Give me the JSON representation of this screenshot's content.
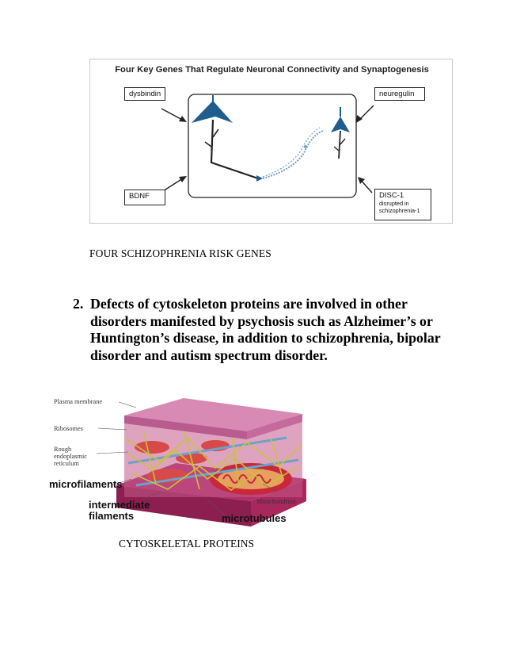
{
  "figure1": {
    "title": "Four Key Genes That Regulate Neuronal Connectivity and Synaptogenesis",
    "genes": {
      "dysbindin": "dysbindin",
      "neuregulin": "neuregulin",
      "bdnf": "BDNF",
      "disc1": "DISC-1",
      "disc1_note_line1": "disrupted in",
      "disc1_note_line2": "schizophrenia-1"
    },
    "colors": {
      "neuron": "#1f5d8f",
      "frame": "#222222"
    }
  },
  "caption1": "FOUR SCHIZOPHRENIA RISK GENES",
  "paragraph": {
    "number": "2.",
    "text": "Defects of cytoskeleton proteins are involved in other disorders manifested by psychosis such as Alzheimer’s or Huntington’s disease, in addition to schizophrenia, bipolar disorder and autism spectrum disorder."
  },
  "figure2": {
    "labels": {
      "plasma_membrane": "Plasma membrane",
      "ribosomes": "Ribosomes",
      "rough_er_line1": "Rough",
      "rough_er_line2": "endoplasmic",
      "rough_er_line3": "reticulum",
      "microfilaments": "microfilaments",
      "intermediate_line1": "intermediate",
      "intermediate_line2": "filaments",
      "mitochondrion": "Mitochondrion",
      "microtubules": "microtubules"
    },
    "colors": {
      "membrane": "#c8689a",
      "filament": "#c9c23a",
      "microtubule": "#6fa0c8",
      "mito": "#c8283a"
    }
  },
  "caption2": "CYTOSKELETAL PROTEINS"
}
